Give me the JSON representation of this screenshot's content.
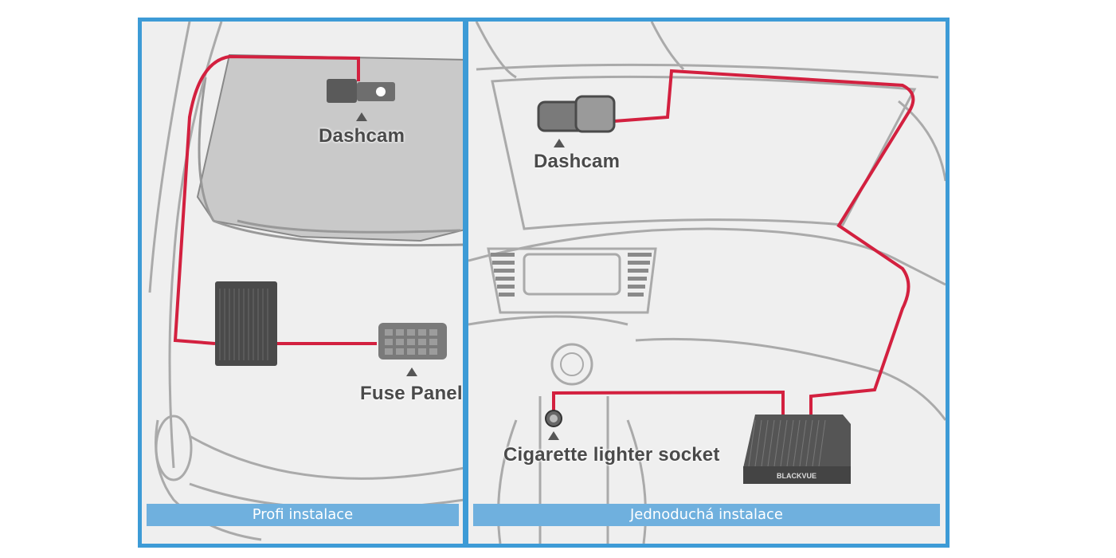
{
  "left_panel": {
    "caption": "Profi instalace",
    "labels": {
      "dashcam": "Dashcam",
      "fuse_panel": "Fuse Panel"
    }
  },
  "right_panel": {
    "caption": "Jednoduchá instalace",
    "labels": {
      "dashcam": "Dashcam",
      "cigarette_socket": "Cigarette lighter socket"
    },
    "battery_brand": "BLACKVUE"
  },
  "colors": {
    "frame": "#3d9bd6",
    "caption_bar": "#6fb0de",
    "cable": "#d3203f",
    "line_art": "#9a9a9a"
  }
}
